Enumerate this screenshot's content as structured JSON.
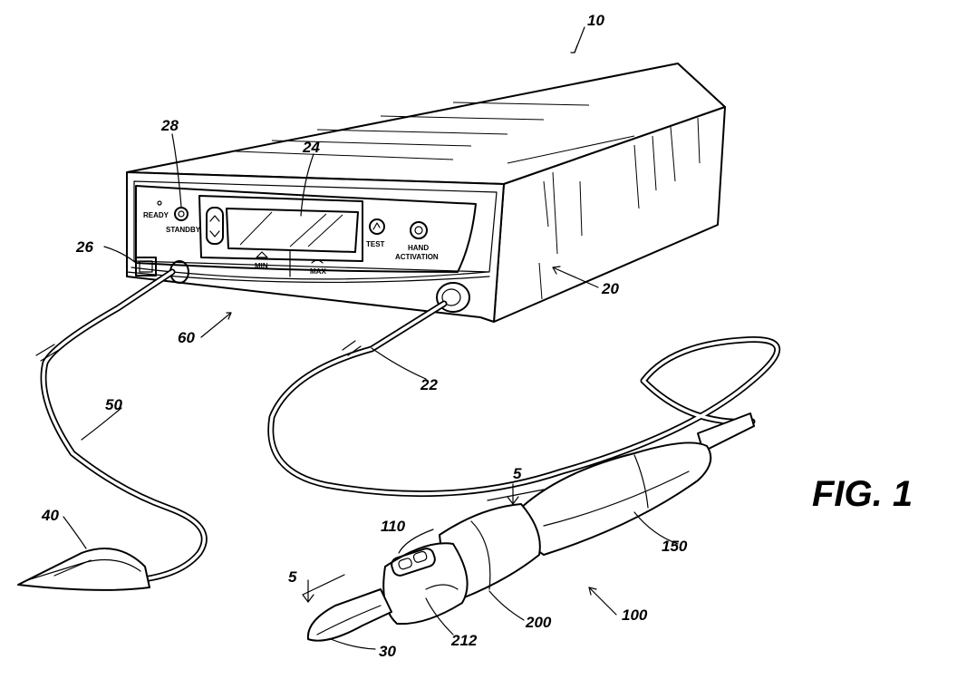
{
  "figure": {
    "title": "FIG. 1",
    "labels": {
      "system": "10",
      "generator": "20",
      "cable_22": "22",
      "display": "24",
      "connector_26": "26",
      "standby_button": "28",
      "blade": "30",
      "pad": "40",
      "pad_cable": "50",
      "front_panel": "60",
      "handpiece": "100",
      "switch_assembly": "110",
      "handle": "150",
      "housing": "200",
      "button_212": "212",
      "section_a": "5",
      "section_b": "5"
    },
    "panel_text": {
      "ready": "READY",
      "standby": "STANDBY",
      "test": "TEST",
      "hand_line1": "HAND",
      "hand_line2": "ACTIVATION",
      "min": "MIN",
      "max": "MAX"
    }
  }
}
